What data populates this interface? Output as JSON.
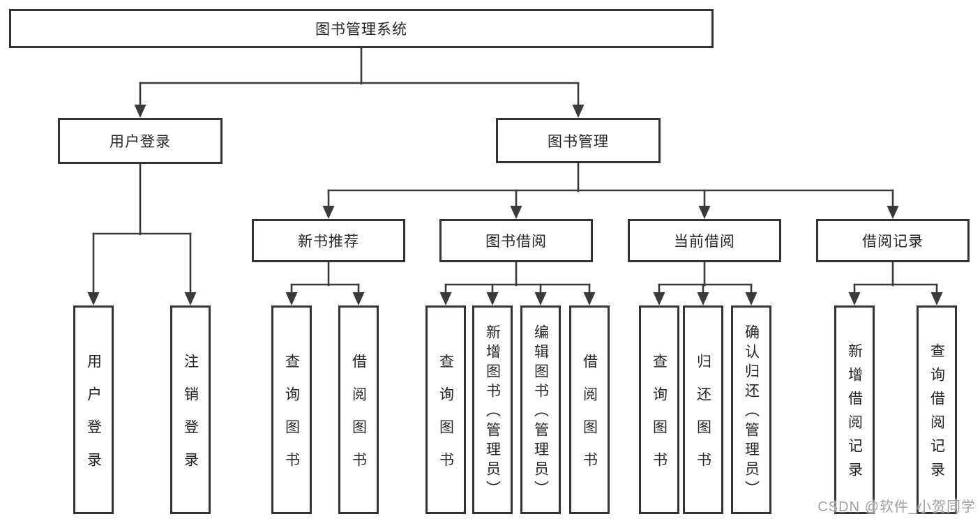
{
  "colors": {
    "line": "#3a3a3a",
    "box_border": "#343434",
    "box_fill": "#ffffff",
    "text": "#262626",
    "watermark": "#a0a0a3",
    "background": "#ffffff"
  },
  "watermark": {
    "text": "CSDN @软件_小贺同学"
  },
  "tree": {
    "label": "图书管理系统",
    "children": [
      {
        "label": "用户登录",
        "children": [
          {
            "label": "用户登录"
          },
          {
            "label": "注销登录"
          }
        ]
      },
      {
        "label": "图书管理",
        "children": [
          {
            "label": "新书推荐",
            "children": [
              {
                "label": "查询图书"
              },
              {
                "label": "借阅图书"
              }
            ]
          },
          {
            "label": "图书借阅",
            "children": [
              {
                "label": "查询图书"
              },
              {
                "label": "新增图书（管理员）"
              },
              {
                "label": "编辑图书（管理员）"
              },
              {
                "label": "借阅图书"
              }
            ]
          },
          {
            "label": "当前借阅",
            "children": [
              {
                "label": "查询图书"
              },
              {
                "label": "归还图书"
              },
              {
                "label": "确认归还（管理员）"
              }
            ]
          },
          {
            "label": "借阅记录",
            "children": [
              {
                "label": "新增借阅记录"
              },
              {
                "label": "查询借阅记录"
              }
            ]
          }
        ]
      }
    ]
  }
}
